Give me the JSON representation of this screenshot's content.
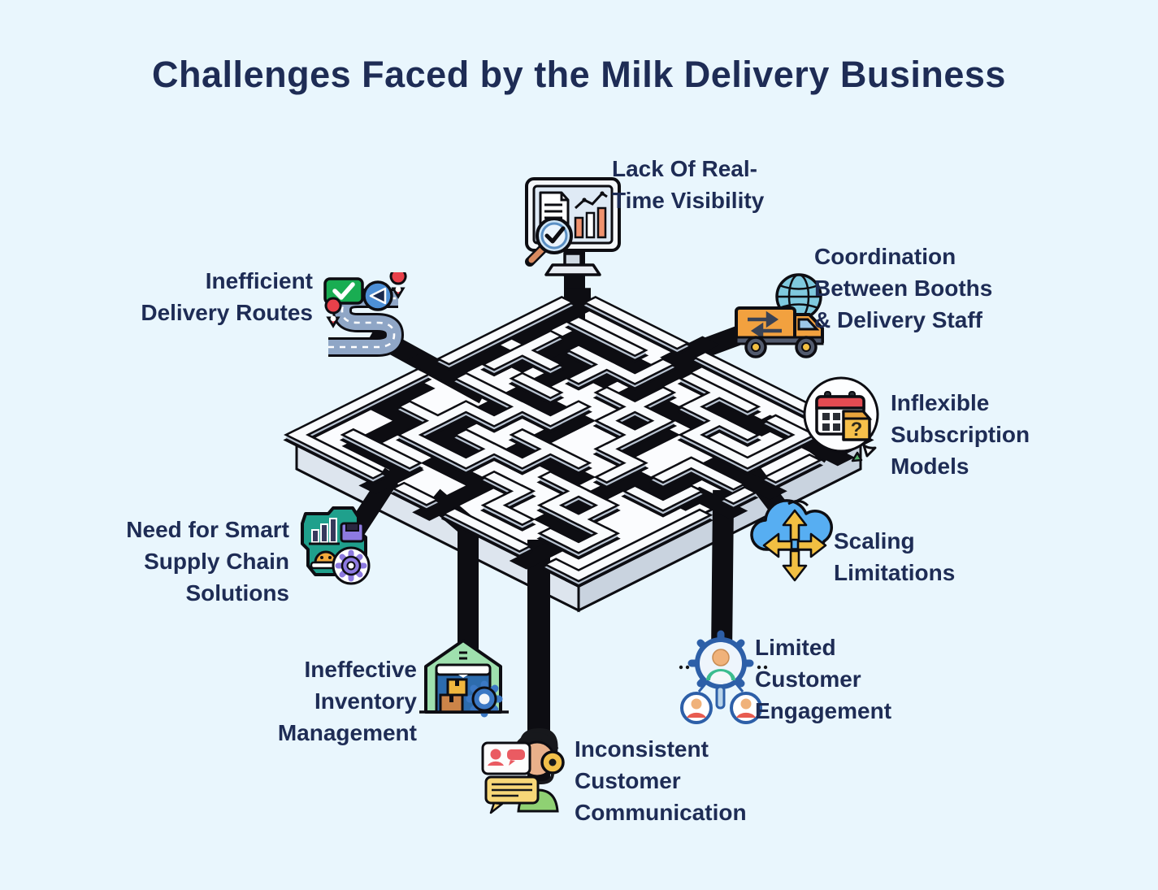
{
  "title": "Challenges Faced by the Milk Delivery Business",
  "colors": {
    "background": "#e9f6fd",
    "text": "#1e2c55",
    "path_black": "#0d0d12",
    "maze_wall_top": "#f9fbfd",
    "maze_wall_side": "#b9c4d2"
  },
  "center_illustration": "isometric-maze",
  "challenges": [
    {
      "id": "lack-of-real-time-visibility",
      "label": "Lack Of Real-\nTime Visibility",
      "icon": "monitor-analytics-icon"
    },
    {
      "id": "coordination-between-booths-and-delivery-staff",
      "label": "Coordination\nBetween Booths\n& Delivery Staff",
      "icon": "delivery-truck-globe-icon"
    },
    {
      "id": "inflexible-subscription-models",
      "label": "Inflexible\nSubscription\nModels",
      "icon": "calendar-question-icon"
    },
    {
      "id": "scaling-limitations",
      "label": "Scaling\nLimitations",
      "icon": "cloud-scale-arrows-icon"
    },
    {
      "id": "limited-customer-engagement",
      "label": "Limited\nCustomer\nEngagement",
      "icon": "customer-gear-magnifier-icon"
    },
    {
      "id": "inconsistent-customer-communication",
      "label": "Inconsistent\nCustomer\nCommunication",
      "icon": "support-agent-chat-icon"
    },
    {
      "id": "ineffective-inventory-management",
      "label": "Ineffective\nInventory\nManagement",
      "icon": "warehouse-gear-icon"
    },
    {
      "id": "need-for-smart-supply-chain-solutions",
      "label": "Need for Smart\nSupply Chain\nSolutions",
      "icon": "smart-supply-chain-icon"
    },
    {
      "id": "inefficient-delivery-routes",
      "label": "Inefficient\nDelivery Routes",
      "icon": "route-map-icon"
    }
  ],
  "icon_text": {
    "calendar_question_mark": "?"
  }
}
